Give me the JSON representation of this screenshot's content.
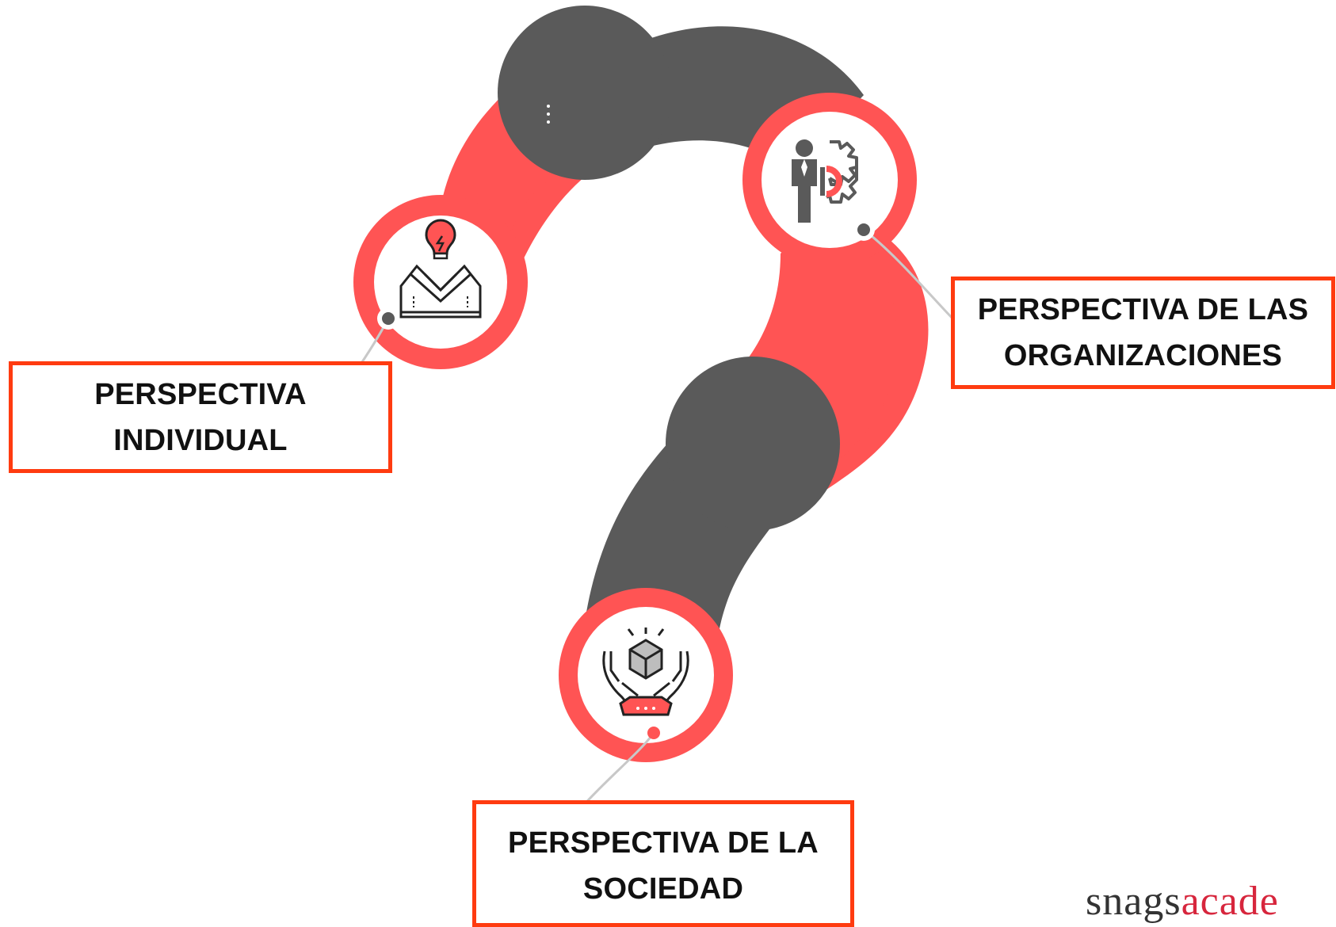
{
  "colors": {
    "accent": "#ff5454",
    "dark": "#5a5a5a",
    "box_border": "#ff3b10",
    "connector": "#c8c8c8"
  },
  "nodes": [
    {
      "id": "individual",
      "icon": "lightbulb-handshake-icon",
      "label_lines": [
        "PERSPECTIVA",
        "INDIVIDUAL"
      ]
    },
    {
      "id": "organizaciones",
      "icon": "person-gear-icon",
      "label_lines": [
        "PERSPECTIVA DE LAS",
        "ORGANIZACIONES"
      ]
    },
    {
      "id": "sociedad",
      "icon": "hands-cube-icon",
      "label_lines": [
        "PERSPECTIVA DE LA",
        "SOCIEDAD"
      ]
    }
  ],
  "brand": {
    "part1": "snags",
    "part2": "acade"
  }
}
